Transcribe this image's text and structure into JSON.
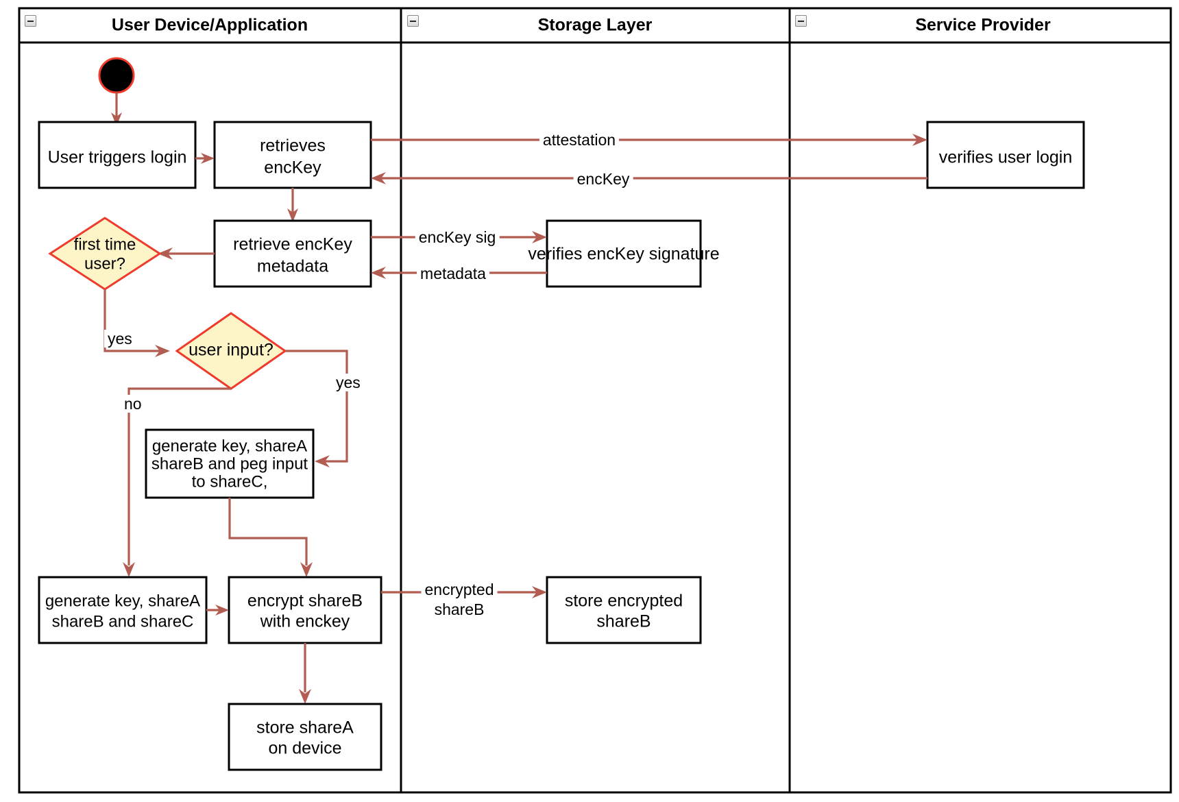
{
  "diagram": {
    "title": "Login and key-share provisioning activity diagram",
    "type": "uml-activity-swimlane",
    "colors": {
      "flow_arrow": "#b25c52",
      "decision_fill": "#fdf4c8",
      "decision_stroke": "#ef3b2c",
      "node_stroke": "#000000",
      "node_fill": "#ffffff",
      "start_fill": "#000000",
      "start_stroke": "#ef3b2c"
    },
    "lanes": [
      {
        "id": "lane-user-device",
        "title": "User Device/Application",
        "collapse_icon": "collapse-minus-icon"
      },
      {
        "id": "lane-storage",
        "title": "Storage Layer",
        "collapse_icon": "collapse-minus-icon"
      },
      {
        "id": "lane-service",
        "title": "Service Provider",
        "collapse_icon": "collapse-minus-icon"
      }
    ],
    "nodes": [
      {
        "id": "start",
        "kind": "initial-node",
        "label": ""
      },
      {
        "id": "user-triggers-login",
        "kind": "action",
        "lines": [
          "User triggers login"
        ]
      },
      {
        "id": "retrieves-enckey",
        "kind": "action",
        "lines": [
          "retrieves",
          "encKey"
        ]
      },
      {
        "id": "verifies-user-login",
        "kind": "action",
        "lines": [
          "verifies user login"
        ]
      },
      {
        "id": "retrieve-enckey-metadata",
        "kind": "action",
        "lines": [
          "retrieve encKey",
          "metadata"
        ]
      },
      {
        "id": "verifies-enckey-signature",
        "kind": "action",
        "lines": [
          "verifies encKey signature"
        ]
      },
      {
        "id": "first-time-user",
        "kind": "decision",
        "lines": [
          "first time",
          "user?"
        ]
      },
      {
        "id": "user-input",
        "kind": "decision",
        "lines": [
          "user input?"
        ]
      },
      {
        "id": "generate-peg-input",
        "kind": "action",
        "lines": [
          "generate key, shareA",
          "shareB and peg input",
          "to shareC,"
        ]
      },
      {
        "id": "generate-three-shares",
        "kind": "action",
        "lines": [
          "generate key, shareA",
          "shareB and shareC"
        ]
      },
      {
        "id": "encrypt-shareb",
        "kind": "action",
        "lines": [
          "encrypt shareB",
          "with enckey"
        ]
      },
      {
        "id": "store-encrypted-shareb",
        "kind": "action",
        "lines": [
          "store encrypted",
          "shareB"
        ]
      },
      {
        "id": "store-sharea-on-device",
        "kind": "action",
        "lines": [
          "store shareA",
          "on device"
        ]
      }
    ],
    "edge_labels": {
      "attestation": "attestation",
      "enckey": "encKey",
      "enckey_sig": "encKey sig",
      "metadata": "metadata",
      "yes_first_time": "yes",
      "yes_user_input": "yes",
      "no_user_input": "no",
      "encrypted_line1": "encrypted",
      "encrypted_line2": "shareB"
    }
  }
}
